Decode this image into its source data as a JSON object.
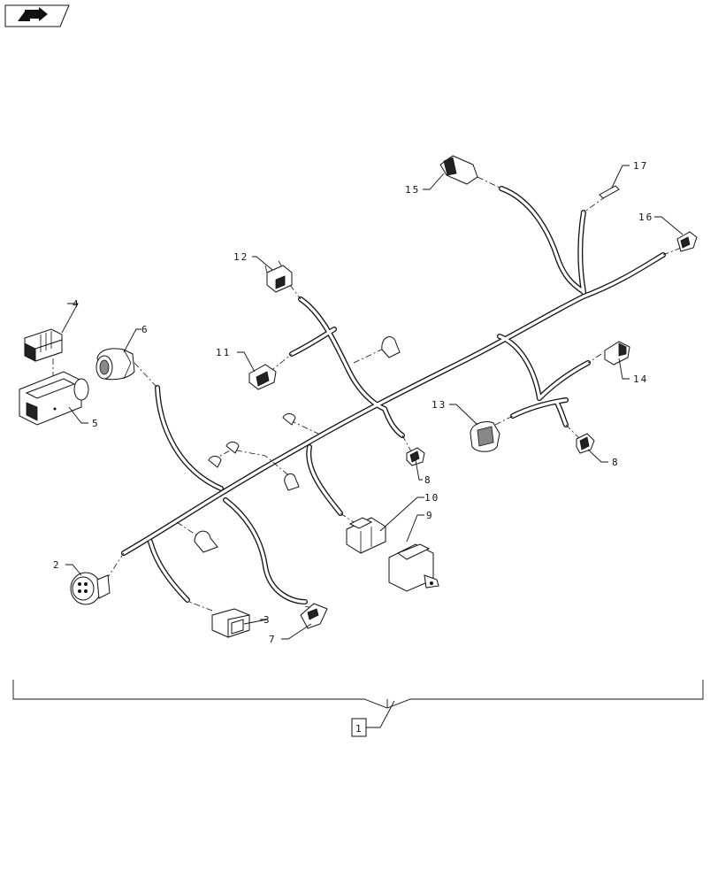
{
  "nav_icon": {
    "name": "back-arrow-icon"
  },
  "callouts": [
    {
      "id": "c1",
      "label": "1"
    },
    {
      "id": "c2",
      "label": "2"
    },
    {
      "id": "c3",
      "label": "3"
    },
    {
      "id": "c4",
      "label": "4"
    },
    {
      "id": "c5",
      "label": "5"
    },
    {
      "id": "c6",
      "label": "6"
    },
    {
      "id": "c7",
      "label": "7"
    },
    {
      "id": "c8a",
      "label": "8"
    },
    {
      "id": "c8b",
      "label": "8"
    },
    {
      "id": "c9",
      "label": "9"
    },
    {
      "id": "c10",
      "label": "10"
    },
    {
      "id": "c11",
      "label": "11"
    },
    {
      "id": "c12",
      "label": "12"
    },
    {
      "id": "c13",
      "label": "13"
    },
    {
      "id": "c14",
      "label": "14"
    },
    {
      "id": "c15",
      "label": "15"
    },
    {
      "id": "c16",
      "label": "16"
    },
    {
      "id": "c17",
      "label": "17"
    }
  ]
}
